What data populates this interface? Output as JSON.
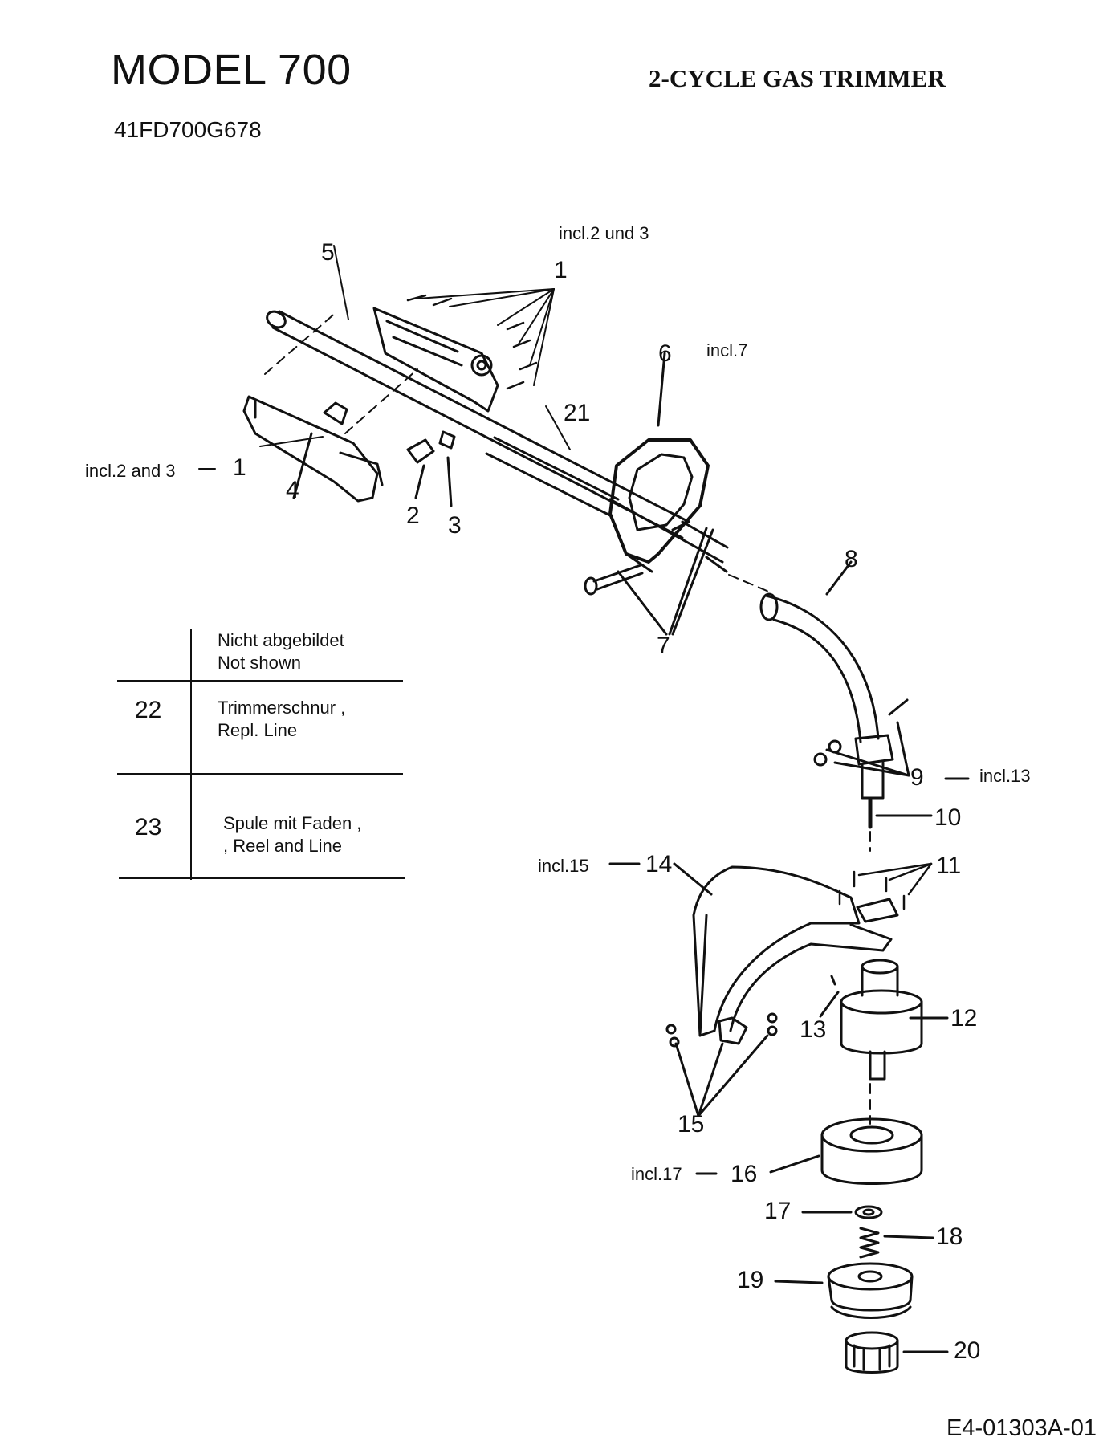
{
  "header": {
    "model_title": "MODEL 700",
    "product_type": "2-CYCLE GAS TRIMMER",
    "model_number": "41FD700G678"
  },
  "callouts": [
    {
      "id": "c1a",
      "label": "1"
    },
    {
      "id": "c1b",
      "label": "1"
    },
    {
      "id": "c2",
      "label": "2"
    },
    {
      "id": "c3",
      "label": "3"
    },
    {
      "id": "c4",
      "label": "4"
    },
    {
      "id": "c5",
      "label": "5"
    },
    {
      "id": "c6",
      "label": "6"
    },
    {
      "id": "c7",
      "label": "7"
    },
    {
      "id": "c8",
      "label": "8"
    },
    {
      "id": "c9",
      "label": "9"
    },
    {
      "id": "c10",
      "label": "10"
    },
    {
      "id": "c11",
      "label": "11"
    },
    {
      "id": "c12",
      "label": "12"
    },
    {
      "id": "c13",
      "label": "13"
    },
    {
      "id": "c14",
      "label": "14"
    },
    {
      "id": "c15",
      "label": "15"
    },
    {
      "id": "c16",
      "label": "16"
    },
    {
      "id": "c17",
      "label": "17"
    },
    {
      "id": "c18",
      "label": "18"
    },
    {
      "id": "c19",
      "label": "19"
    },
    {
      "id": "c20",
      "label": "20"
    },
    {
      "id": "c21",
      "label": "21"
    }
  ],
  "notes": {
    "incl_2_und_3": "incl.2 und 3",
    "incl_2_and_3": "incl.2 and 3",
    "incl_7": "incl.7",
    "incl_13": "incl.13",
    "incl_15": "incl.15",
    "incl_17": "incl.17"
  },
  "not_shown_table": {
    "header_de": "Nicht abgebildet",
    "header_en": "Not shown",
    "rows": [
      {
        "number": "22",
        "desc_de": "Trimmerschnur ,",
        "desc_en": "Repl. Line"
      },
      {
        "number": "23",
        "desc_de": "Spule mit Faden ,",
        "desc_en": ", Reel and Line"
      }
    ]
  },
  "footer": {
    "code": "E4-01303A-01"
  }
}
